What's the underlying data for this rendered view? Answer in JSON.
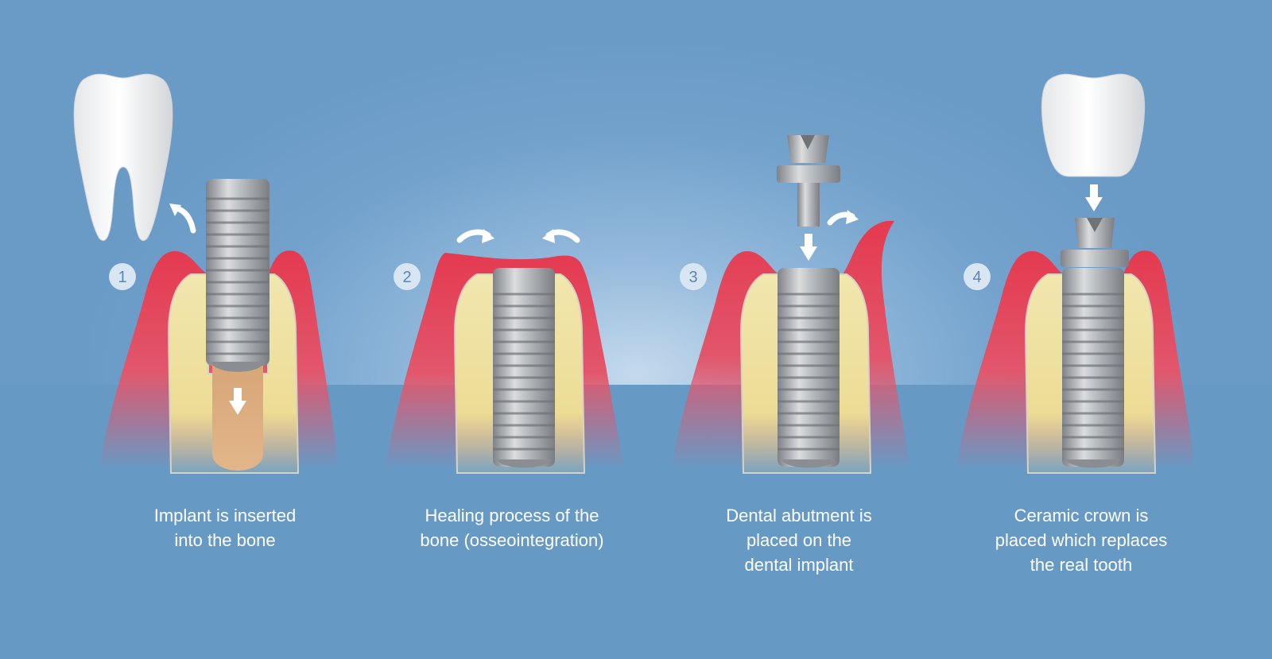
{
  "colors": {
    "background": "#6a9cc6",
    "gum": "#e23a50",
    "bone": "#efe2a0",
    "metal": "#a7a9ad",
    "tooth": "#ffffff",
    "caption_text": "#ffffff"
  },
  "steps": [
    {
      "number": "1",
      "caption_lines": [
        "Implant is inserted",
        "into the bone"
      ],
      "icons": [
        "extracted-tooth-icon",
        "arrow-curved-icon",
        "implant-screw-icon",
        "arrow-down-icon"
      ]
    },
    {
      "number": "2",
      "caption_lines": [
        "Healing process of the",
        "bone (osseointegration)"
      ],
      "icons": [
        "arrow-curved-right-icon",
        "arrow-curved-left-icon",
        "implant-screw-icon"
      ]
    },
    {
      "number": "3",
      "caption_lines": [
        "Dental abutment is",
        "placed on the",
        "dental implant"
      ],
      "icons": [
        "abutment-icon",
        "arrow-down-icon",
        "arrow-curved-icon",
        "implant-screw-icon"
      ]
    },
    {
      "number": "4",
      "caption_lines": [
        "Ceramic crown is",
        "placed which replaces",
        "the real tooth"
      ],
      "icons": [
        "crown-icon",
        "arrow-down-icon",
        "abutment-icon",
        "implant-screw-icon"
      ]
    }
  ]
}
